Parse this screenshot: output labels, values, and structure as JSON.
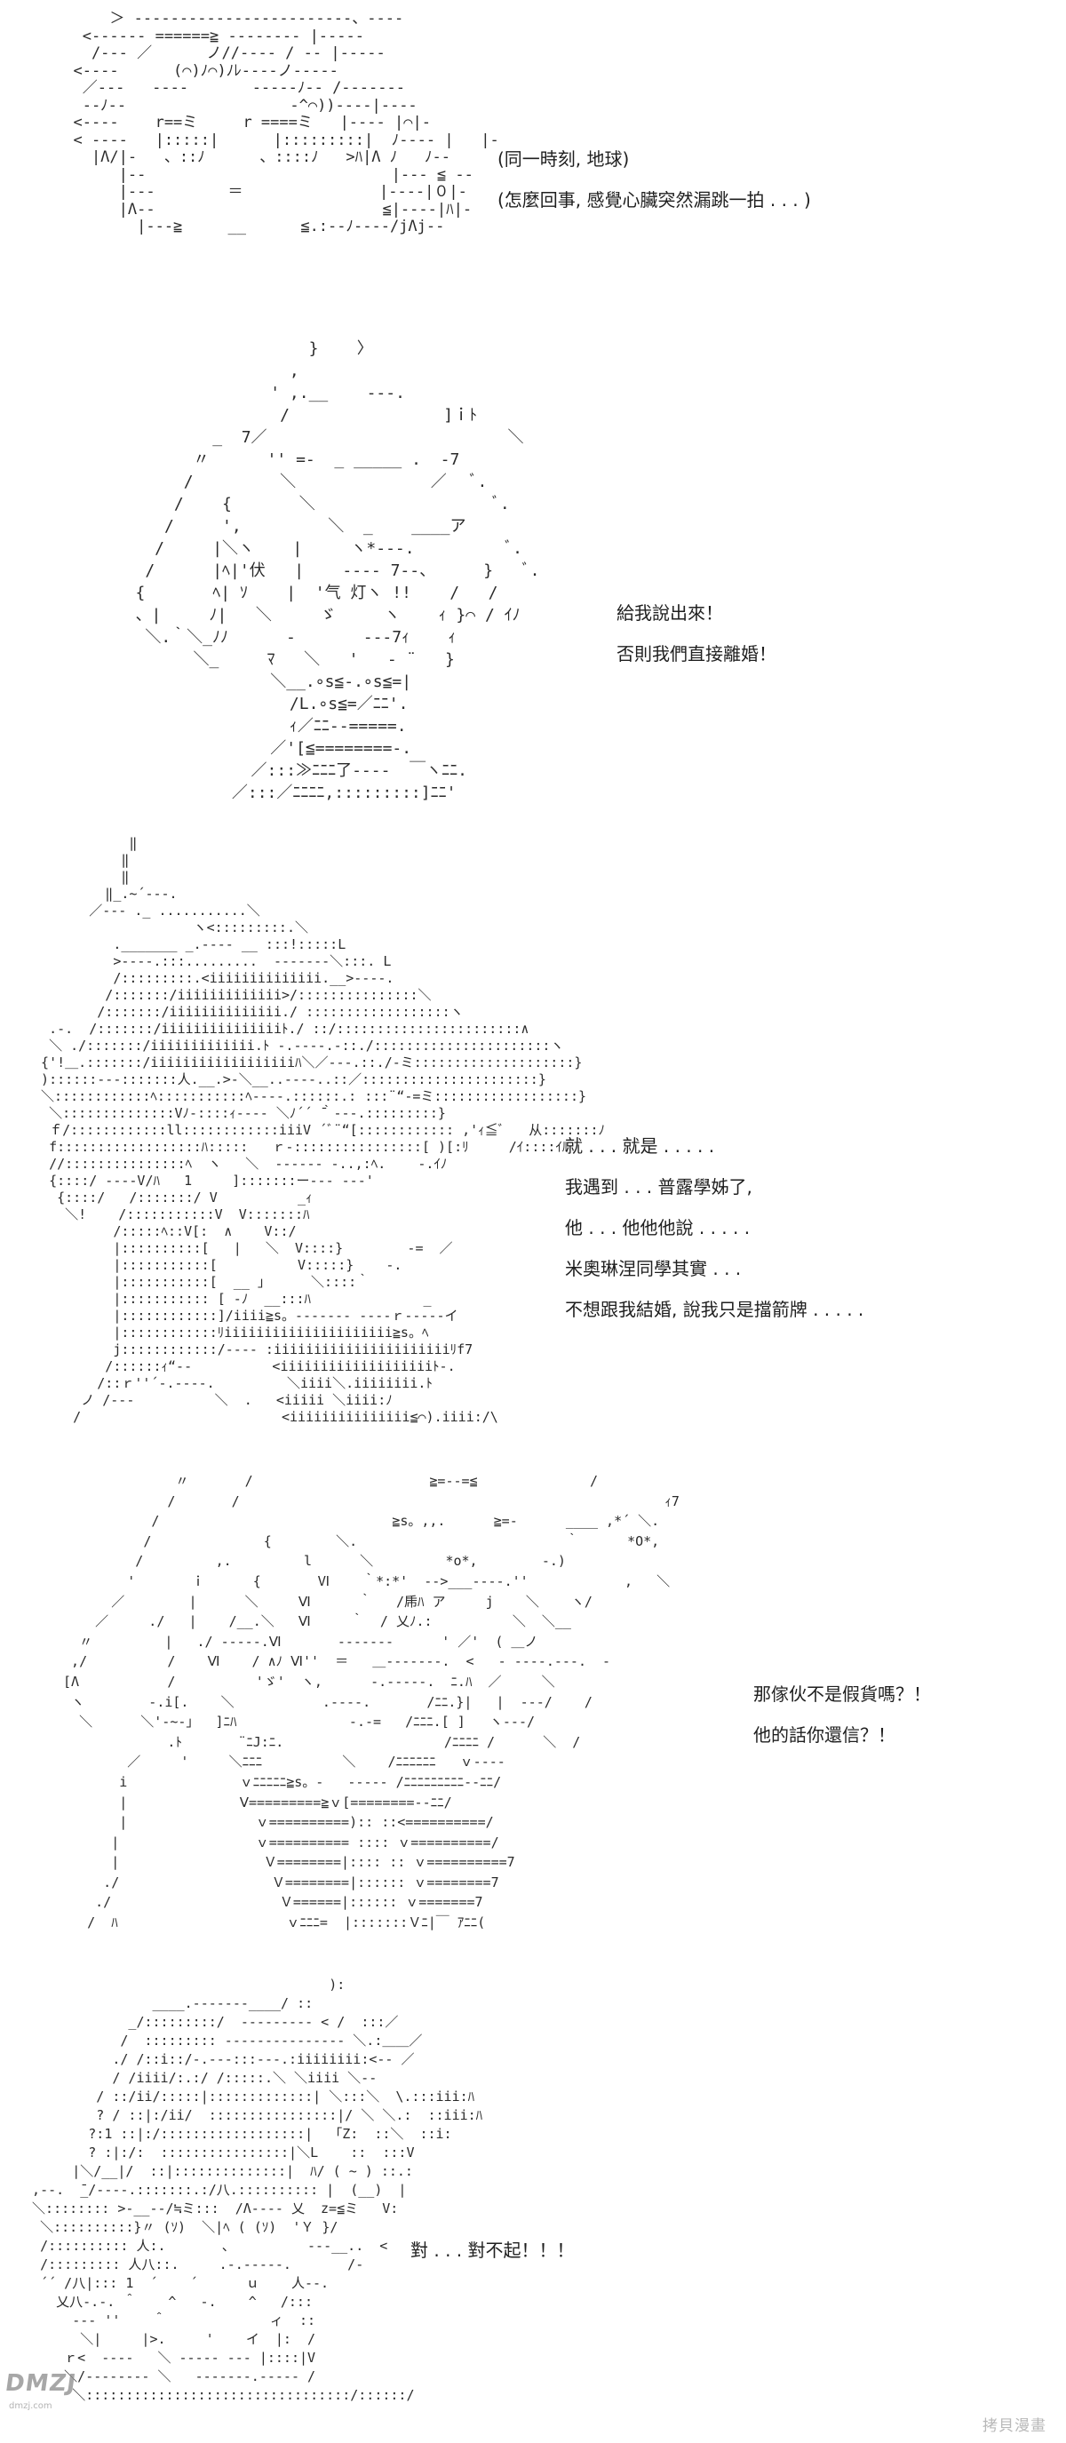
{
  "panels": [
    {
      "art": [
        "      ＞ ‐‐‐‐‐‐‐‐‐‐‐‐‐‐‐‐‐‐‐‐‐‐‐‐、‐‐‐‐",
        "   <‐‐‐‐‐‐ ======≧ ‐‐‐‐‐‐‐‐ |‐‐‐‐‐",
        "    /‐‐‐ ／      ノ//‐‐‐‐ / ‐‐ |‐‐‐‐‐",
        "  <‐‐‐‐      (⌒)ﾉ⌒)ﾉﾚ‐‐‐‐ノ‐‐‐‐‐",
        "   ／‐‐‐   ‐‐‐‐       ‐‐‐‐‐ﾉ‐‐ /‐‐‐‐‐‐‐",
        "   ‐‐ﾉ‐‐                  ‐^⌒))‐‐‐‐|‐‐‐‐",
        "  <‐‐‐‐    r==ミ     r ====ミ   |‐‐‐‐ |⌒|‐",
        "  < ‐‐‐‐   |:::::|      |:::::::::|  ﾉ‐‐‐‐ |   |‐",
        "    |Λ/|‐   、::ﾉ      、::::ﾉ   >ﾊ|Λ ﾉ   ﾉ‐‐",
        "       |‐‐                           |‐‐‐ ≦ ‐‐",
        "       |‐‐‐        ＝               |‐‐‐‐|０|‐",
        "       |Λ‐‐                         ≦|‐‐‐‐|ﾊ|‐",
        "         |‐‐‐≧     __      ≦.:‐‐ﾉ‐‐‐‐/jΛj‐‐"
      ],
      "lines": [
        "(同一時刻, 地球)",
        "(怎麼回事, 感覺心臟突然漏跳一拍 . . . )"
      ]
    },
    {
      "art": [
        "                     }    〉",
        "                   ,",
        "                 ' ,.__    ‐‐‐.",
        "                  /                ]ｉﾄ",
        "           _  7／                         ＼",
        "         〃      '' =‐  _ _____ .  ‐7",
        "        /         ＼              ／   ﾞ.",
        "       /    {       ＼                   ﾞ.",
        "      /     ',         ＼  _    ____ア",
        "     /     |＼ヽ    |     ヽ*‐‐‐.          ﾞ.",
        "    /      |ﾍ|'伏   |    ‐‐‐‐ 7‐‐、     }   ﾞ.",
        "   {       ﾍ| ｿ    |  '气 灯ヽ !!    /   /",
        "   、|     ﾉ|   ＼     ゞ     ヽ    ｨ }⌒ / ｲﾉ",
        "    ＼.｀＼_ﾉﾉ      ‐       ‐‐‐7ｨ    ｨ",
        "         ＼_     ﾏ   ＼   '   ‐ ¨   }",
        "                 ＼__.∘s≦‐.∘s≦=|",
        "                   /L.∘s≦=／ﾆﾆ'.",
        "                   ｨ／ﾆﾆ‐‐=====.",
        "                 ／'[≦========‐.",
        "               ／:::≫ﾆﾆﾆ了‐‐‐‐  ￣ヽﾆﾆ.",
        "             ／:::／ﾆﾆﾆﾆ,:::::::::]ﾆﾆ'"
      ],
      "lines": [
        "給我說出來！",
        "否則我們直接離婚！"
      ]
    },
    {
      "art": [
        "             ‖",
        "            ‖",
        "            ‖",
        "          ‖_.~´‐‐‐.",
        "        ／‐‐‐ ._ ...........＼",
        "                     ヽ<:::::::::.＼",
        "           ._______ _.‐‐‐‐ __ :::!:::::L",
        "           >‐‐‐‐.:::.........  ‐‐‐‐‐‐‐＼:::. L",
        "           /:::::::::.<iiiiiiiiiiiiii.__>‐‐‐‐.",
        "          /:::::::/iiiiiiiiiiiii>/:::::::::::::::＼",
        "         /:::::::/iiiiiiiiiiiiii./ ::::::::::::::::::ヽ",
        "   .‐.  /:::::::/iiiiiiiiiiiiiiiﾄ./ ::/:::::::::::::::::::::::∧",
        "   ＼ ./:::::::/iiiiiiiiiiiii.ﾄ ‐.‐‐‐‐.‐::./::::::::::::::::::::::ヽ",
        "  {'!＿.:::::::/iiiiiiiiiiiiiiiiiiﾊ＼／‐‐‐.::./‐ミ::::::::::::::::::::}",
        "  )::::::‐‐‐:::::::人.__.>‐＼__..‐‐‐‐..::／::::::::::::::::::::::}",
        "  ＼::::::::::::ﾍ:::::::::::ﾍ‐‐‐‐.::::::.: :::¨“‐=ミ::::::::::::::::::}",
        "   ＼::::::::::::::Vﾉ‐::::ｨ‐‐‐‐ ＼ﾉ´´ ̄｀‐‐‐.:::::::::}",
        "   ｆ/::::::::::::ll::::::::::::iiiV ´ﾞ¨“[:::::::::::: ,'ｨ≦ﾞ   从:::::::ﾉ",
        "   f::::::::::::::::::ﾊ:::::   ｒ‐::::::::::::::::[ )[:ﾘ     /ｲ::::ｲﾙ",
        "   //:::::::::::::::ﾍ  ヽ   ＼  ‐‐‐‐‐‐ ‐..,:ﾍ.    ‐.ｲﾉ",
        "   {::::/ ‐‐‐‐V/ﾊ   1     ]:::::::ー‐‐‐ ‐‐‐'",
        "    {::::/   /:::::::/ V          _ｨ",
        "     ＼!    /:::::::::::V  V:::::::ﾊ",
        "           /:::::ﾍ::V[:  ∧    V::/",
        "           |::::::::::[   |   ＼  V::::}        ‐=  ／",
        "           |:::::::::::[          V:::::}    ‐.",
        "           |:::::::::::[  __ 」     ＼::::｀",
        "           |::::::::::: [ ‐ﾉ  __:::ﾊ              _",
        "           |::::::::::::]/iiii≧s。‐‐‐‐‐‐‐ ‐‐‐‐ｒ‐‐‐‐‐イ",
        "           |::::::::::::ﾘiiiiiiiiiiiiiiiiiiiii≧s。ﾍ",
        "           j::::::::::::/‐‐‐‐ :iiiiiiiiiiiiiiiiiiiiiiﾘf7",
        "          /::::::ｨ“‐‐          <iiiiiiiiiiiiiiiiiiiﾄ‐.",
        "         /::ｒ''´‐.‐‐‐‐.         ＼iiii＼.iiiiiiii.ﾄ",
        "       ノ /‐‐‐          ＼  .   <iiiii ＼iiii:ﾉ",
        "      /                         <iiiiiiiiiiiiiii≦⌒).iiii:/\\"
      ],
      "lines": [
        "就 . . . 就是 . . . . .",
        "我遇到 . . . 普露學姊了,",
        "他 . . . 他他他說 . . . . .",
        "米奧琳涅同學其實 . . .",
        "不想跟我結婚, 說我只是擋箭牌 . . . . ."
      ]
    },
    {
      "art": [
        "               〃       /                      ≧=‐‐=≦              /",
        "              /       /                                                     ｨ7",
        "            /                             ≧s。‚,.      ≧=‐      ____ ,*´ ＼.",
        "           /              {        ＼.                          ｀      *O*,",
        "          /         ,.         l      ＼         *o*,        ‐.)",
        "         '       ｉ      {       Ⅵ    ｀*:*'  ‐‐>___‐‐‐‐.''            ,   ＼",
        "       ／        |      ＼     Ⅵ      ｀   /乕ﾊ ア     j    ＼    ヽ/",
        "     ／     ./   |    /__.＼   Ⅵ     ｀  / 乂ﾉ.:          ＼  ＼__",
        "   〃         |   ./ ‐‐‐‐‐.Ⅵ       ‐‐‐‐‐‐‐      ' ／'  ( ＿ノ",
        "  ,/          /    Ⅵ    / ∧ﾉ Ⅵ''  ＝   ＿‐‐‐‐‐‐‐.  <   ‐ ‐‐‐‐.‐‐‐.  ‐",
        " [Λ           /          'ゞ'  ヽ,      ‐.‐‐‐‐‐.  ﾆ.ﾊ  ／     ＼",
        "  ヽ        ‐.i[.    ＼           .‐‐‐‐.       /ﾆﾆ.}|   |  ‐‐‐/    /",
        "   ＼      ＼'‐~‐」  ]ﾆﾊ              ‐.‐=   /ﾆﾆﾆ.[ ]   ヽ‐‐‐/",
        "              .ﾄ       ¨ﾆJ:ﾆ.                    /ﾆﾆﾆﾆ /      ＼  /",
        "         ／     '     ＼ﾆﾆﾆ          ＼    /ﾆﾆﾆﾆﾆﾆ   ｖ‐‐‐‐",
        "        i              ｖﾆﾆﾆﾆﾆ≧s。‐   ‐‐‐‐‐ /ﾆﾆﾆﾆﾆﾆﾆﾆﾆ‐‐ﾆﾆ/",
        "        |              Ⅴ=========≧ｖ[========‐‐ﾆﾆ/",
        "        |                ｖ==========):: ::<==========/",
        "       |                 ｖ========== :::: ｖ==========/",
        "       |                  Ｖ========|:::: :: ｖ==========7",
        "      ./                   Ｖ========|:::::: ｖ========7",
        "     ./                     Ｖ======|:::::: ｖ=======7",
        "    /  ﾊ                     ｖﾆﾆﾆ=  |:::::::Ｖﾆ|￣ ｱﾆﾆ("
      ],
      "lines": [
        "那傢伙不是假貨嗎？！",
        "他的話你還信？！"
      ]
    },
    {
      "art": [
        "                                       ):",
        "                 ____.‐‐‐‐‐‐‐____/ ::",
        "              _/:::::::::/  ‐‐‐‐‐‐‐‐‐ < /  :::／",
        "             /  ::::::::: ‐‐‐‐‐‐‐‐‐‐‐‐‐‐‐ ＼.:＿＿／",
        "            ./ /::i::/‐.‐‐‐:::‐‐‐.:iiiiiiii:<‐‐ ／",
        "            / /iiii/:.:/ /:::::.＼ ＼iiii ＼‐‐",
        "          / ::/ii/:::::|:::::::::::::| ＼:::＼  \\.:::iii:ﾊ",
        "          ? / ::|:/ii/  ::::::::::::::::|/ ＼ ＼.:  ::iii:ﾊ",
        "         ?:1 ::|:/::::::::::::::::::|  「Z:  ::＼  ::i:",
        "         ? :|:/:  ::::::::::::::::|＼L    ::  :::V",
        "       |＼/__|/  ::|::::::::::::::|  ﾊ/ ( ~ ) ::.:",
        "  ,‐‐.  ̄_/‐‐‐‐.:::::::.:/八.:::::::::: |  (__)  |",
        "  ＼:::::::: >‐__‐‐/≒ミ:::  /Λ‐‐‐‐ 乂  z=≦ミ   V:",
        "   ＼::::::::::}〃 (ｿ)  ＼|ﾍ ( (ｿ)  'Ｙ }/",
        "   /:::::::::: 人:.       、         ‐‐‐__..  <",
        "   /::::::::: 人八::.     .‐.‐‐‐‐‐.       /‐",
        "   ´´ /八|::: 1  ´    ´      ｕ    人‐‐.",
        "     乂八‐.‐. ＾    ^   ‐.    ^   /:::",
        "       ‐‐‐ ''    ＾             ィ  ::",
        "        ＼|     |>.     '    イ  |:  /",
        "      ｒ<  ‐‐‐‐   ＼ ‐‐‐‐‐ ‐‐‐ |::::|V",
        "      ＼/‐‐‐‐‐‐‐‐ ＼   ‐‐‐‐‐‐‐.‐‐‐‐‐ /",
        "       ＼:::::::::::::::::::::::::::::::::/::::::/"
      ],
      "lines": [
        "對 . . . 對不起！！！"
      ]
    }
  ],
  "logo": {
    "main": "DMZJ",
    "sub": "dmzj.com"
  },
  "watermark": "拷貝漫畫"
}
